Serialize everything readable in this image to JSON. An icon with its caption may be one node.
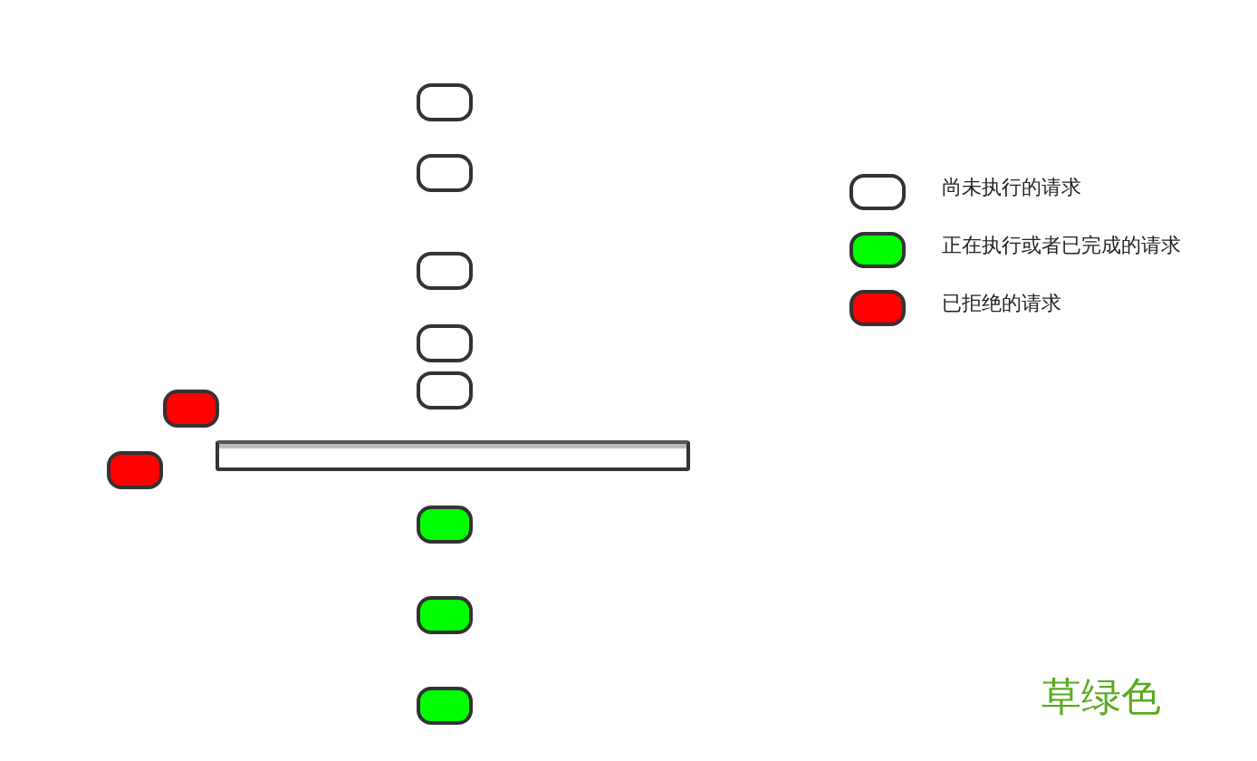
{
  "diagram": {
    "nodes": [
      {
        "text": [],
        "shape": "box"
      },
      {
        "text": [],
        "shape": "box"
      },
      {
        "text": [],
        "shape": "box"
      },
      {
        "text": [],
        "shape": "box"
      },
      {
        "text": [],
        "shape": "box"
      },
      {
        "text": [],
        "shape": "box"
      },
      {
        "text": [],
        "shape": "bar"
      },
      {
        "text": [],
        "shape": "box"
      },
      {
        "text": [],
        "shape": "box"
      },
      {
        "text": [],
        "shape": "box"
      },
      {
        "text": [],
        "shape": "box"
      }
    ],
    "labels": [
      "草绿色"
    ],
    "legend": [
      {
        "text": "尚未执行的请求",
        "color": "#ffffff"
      },
      {
        "text": "正在执行或者已完成的请求",
        "color": "#00ff00"
      },
      {
        "text": "已拒绝的请求",
        "color": "#ff0000"
      }
    ]
  }
}
